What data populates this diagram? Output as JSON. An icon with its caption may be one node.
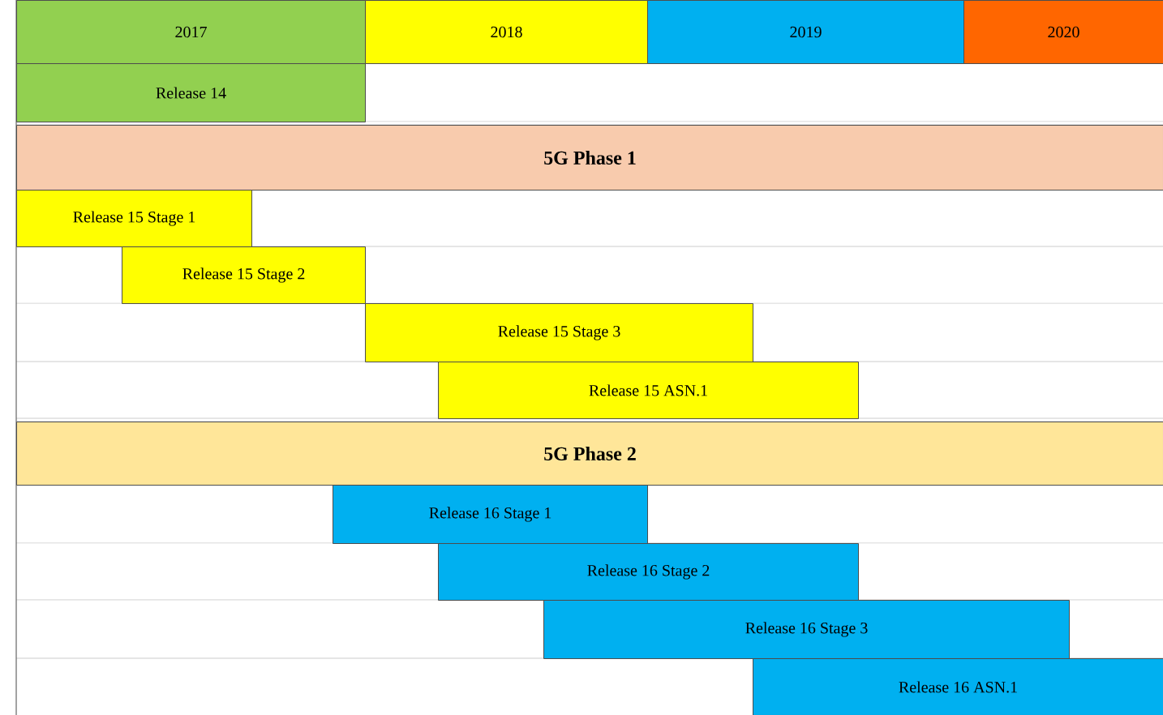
{
  "diagram": {
    "nodes": [
      {
        "text": [
          "2017"
        ]
      },
      {
        "text": [
          "2018"
        ]
      },
      {
        "text": [
          "2019"
        ]
      },
      {
        "text": [
          "2020"
        ]
      },
      {
        "text": [
          "Release 14"
        ]
      },
      {
        "text": [
          "5G Phase 1"
        ]
      },
      {
        "text": [
          "Release 15 Stage 1"
        ]
      },
      {
        "text": [
          "Release 15 Stage 2"
        ]
      },
      {
        "text": [
          "Release 15 Stage 3"
        ]
      },
      {
        "text": [
          "Release 15 ASN.1"
        ]
      },
      {
        "text": [
          "5G Phase 2"
        ]
      },
      {
        "text": [
          "Release 16 Stage 1"
        ]
      },
      {
        "text": [
          "Release 16 Stage 2"
        ]
      },
      {
        "text": [
          "Release 16 Stage 3"
        ]
      },
      {
        "text": [
          "Release 16 ASN.1"
        ]
      }
    ]
  }
}
